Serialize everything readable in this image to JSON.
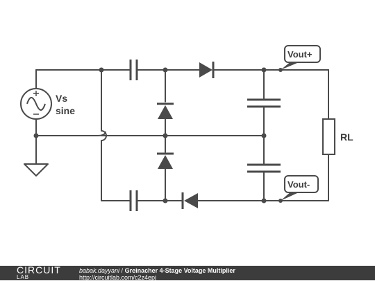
{
  "labels": {
    "source_name": "Vs",
    "source_type": "sine",
    "load": "RL",
    "vout_plus": "Vout+",
    "vout_minus": "Vout-"
  },
  "footer": {
    "logo_top": "CIRCUIT",
    "logo_bottom": "LAB",
    "author": "babak.dayyani",
    "separator": " / ",
    "title": "Greinacher 4-Stage Voltage Multiplier",
    "url": "http://circuitlab.com/c2z4epj"
  }
}
